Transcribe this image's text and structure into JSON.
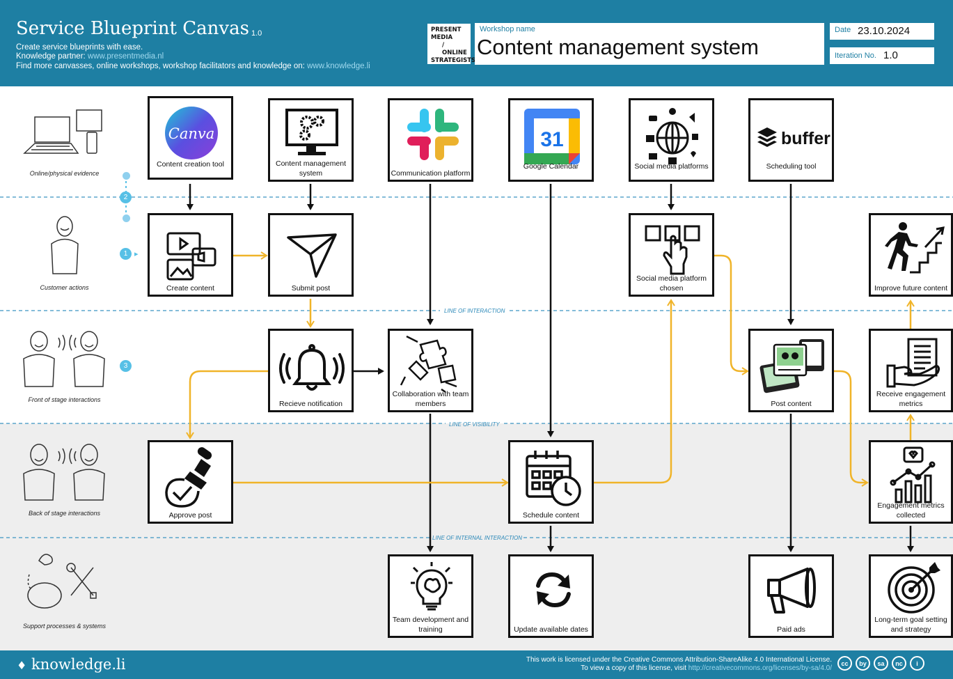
{
  "header": {
    "title": "Service Blueprint Canvas",
    "version": "1.0",
    "tagline": "Create service blueprints with ease.",
    "partner_label": "Knowledge partner:",
    "partner_link": "www.presentmedia.nl",
    "more_label": "Find more canvasses, online workshops, workshop facilitators and knowledge on:",
    "more_link": "www.knowledge.li",
    "partner_logo": [
      "PRESENT",
      "MEDIA",
      "/ ONLINE",
      "STRATEGISTS"
    ],
    "workshop_label": "Workshop name",
    "workshop_name": "Content management system",
    "date_label": "Date",
    "date_value": "23.10.2024",
    "iteration_label": "Iteration No.",
    "iteration_value": "1.0"
  },
  "lanes": [
    "Online/physical evidence",
    "Customer actions",
    "Front of stage interactions",
    "Back of stage interactions",
    "Support processes & systems"
  ],
  "lines": {
    "interaction": "LINE OF INTERACTION",
    "visibility": "LINE OF VISIBILITY",
    "internal": "LINE OF INTERNAL INTERACTION"
  },
  "badges": [
    "1",
    "2",
    "3"
  ],
  "logos": {
    "canva": "Canva",
    "calendar_day": "31",
    "buffer": "buffer"
  },
  "cards": {
    "content_creation_tool": "Content creation tool",
    "cms": "Content management system",
    "communication_platform": "Communication platform",
    "google_calendar": "Google Calendar",
    "social_media_platforms": "Social media platforms",
    "scheduling_tool": "Scheduling tool",
    "create_content": "Create content",
    "submit_post": "Submit post",
    "platform_chosen": "Social media platform chosen",
    "improve_future": "Improve future content",
    "receive_notification": "Recieve notification",
    "collaboration": "Collaboration with team members",
    "post_content": "Post content",
    "receive_metrics": "Receive engagement metrics",
    "approve_post": "Approve post",
    "schedule_content": "Schedule content",
    "metrics_collected": "Engagement metrics collected",
    "team_development": "Team development and training",
    "update_dates": "Update available dates",
    "paid_ads": "Paid ads",
    "long_term_goal": "Long-term goal setting and strategy"
  },
  "footer": {
    "logo": "knowledge.li",
    "license_line1": "This work is licensed under the Creative Commons Attribution-ShareAlike 4.0 International License.",
    "license_line2": "To view a copy of this license, visit",
    "license_url": "http://creativecommons.org/licenses/by-sa/4.0/",
    "cc_icons": [
      "cc",
      "by",
      "sa",
      "nc",
      "i"
    ]
  },
  "colors": {
    "header": "#1e7fa3",
    "accent_arrow": "#f0b429",
    "dashed_line": "#3b95c2",
    "badge": "#57c0e6"
  }
}
